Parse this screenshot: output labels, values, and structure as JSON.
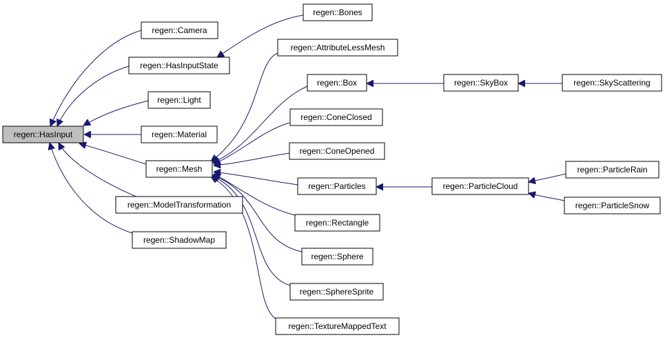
{
  "colors": {
    "edge": "#191970",
    "root_fill": "#bfbfbf",
    "node_fill": "#ffffff",
    "border": "#000000"
  },
  "nodes": {
    "has_input": "regen::HasInput",
    "camera": "regen::Camera",
    "has_input_state": "regen::HasInputState",
    "bones": "regen::Bones",
    "light": "regen::Light",
    "material": "regen::Material",
    "mesh": "regen::Mesh",
    "model_transformation": "regen::ModelTransformation",
    "shadow_map": "regen::ShadowMap",
    "attribute_less_mesh": "regen::AttributeLessMesh",
    "box": "regen::Box",
    "sky_box": "regen::SkyBox",
    "sky_scattering": "regen::SkyScattering",
    "cone_closed": "regen::ConeClosed",
    "cone_opened": "regen::ConeOpened",
    "particles": "regen::Particles",
    "particle_cloud": "regen::ParticleCloud",
    "particle_rain": "regen::ParticleRain",
    "particle_snow": "regen::ParticleSnow",
    "rectangle": "regen::Rectangle",
    "sphere": "regen::Sphere",
    "sphere_sprite": "regen::SphereSprite",
    "texture_mapped_text": "regen::TextureMappedText"
  }
}
